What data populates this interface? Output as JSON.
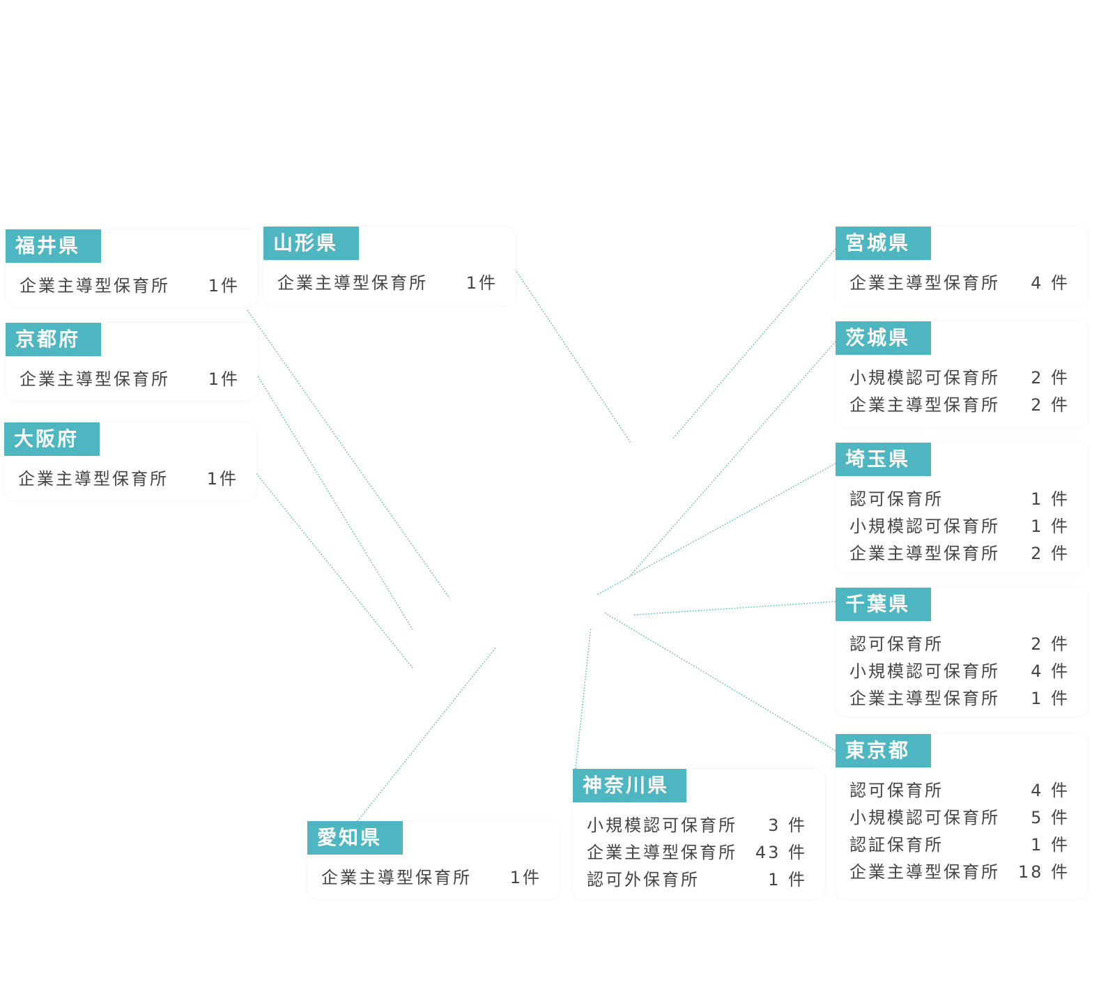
{
  "accent_color": "#4db6c0",
  "unit": "件",
  "prefectures": [
    {
      "key": "fukui",
      "name": "福井県",
      "rows": [
        {
          "type": "企業主導型保育所",
          "count": "1件"
        }
      ]
    },
    {
      "key": "kyoto",
      "name": "京都府",
      "rows": [
        {
          "type": "企業主導型保育所",
          "count": "1件"
        }
      ]
    },
    {
      "key": "osaka",
      "name": "大阪府",
      "rows": [
        {
          "type": "企業主導型保育所",
          "count": "1件"
        }
      ]
    },
    {
      "key": "yamagata",
      "name": "山形県",
      "rows": [
        {
          "type": "企業主導型保育所",
          "count": "1件"
        }
      ]
    },
    {
      "key": "miyagi",
      "name": "宮城県",
      "rows": [
        {
          "type": "企業主導型保育所",
          "count": "4 件"
        }
      ]
    },
    {
      "key": "ibaraki",
      "name": "茨城県",
      "rows": [
        {
          "type": "小規模認可保育所",
          "count": "2 件"
        },
        {
          "type": "企業主導型保育所",
          "count": "2 件"
        }
      ]
    },
    {
      "key": "saitama",
      "name": "埼玉県",
      "rows": [
        {
          "type": "認可保育所",
          "count": "1 件"
        },
        {
          "type": "小規模認可保育所",
          "count": "1 件"
        },
        {
          "type": "企業主導型保育所",
          "count": "2 件"
        }
      ]
    },
    {
      "key": "chiba",
      "name": "千葉県",
      "rows": [
        {
          "type": "認可保育所",
          "count": "2 件"
        },
        {
          "type": "小規模認可保育所",
          "count": "4 件"
        },
        {
          "type": "企業主導型保育所",
          "count": "1 件"
        }
      ]
    },
    {
      "key": "tokyo",
      "name": "東京都",
      "rows": [
        {
          "type": "認可保育所",
          "count": "4 件"
        },
        {
          "type": "小規模認可保育所",
          "count": "5 件"
        },
        {
          "type": "認証保育所",
          "count": "1 件"
        },
        {
          "type": "企業主導型保育所",
          "count": "18 件"
        }
      ]
    },
    {
      "key": "kanagawa",
      "name": "神奈川県",
      "rows": [
        {
          "type": "小規模認可保育所",
          "count": "3 件"
        },
        {
          "type": "企業主導型保育所",
          "count": "43 件"
        },
        {
          "type": "認可外保育所",
          "count": "1 件"
        }
      ]
    },
    {
      "key": "aichi",
      "name": "愛知県",
      "rows": [
        {
          "type": "企業主導型保育所",
          "count": "1件"
        }
      ]
    }
  ]
}
